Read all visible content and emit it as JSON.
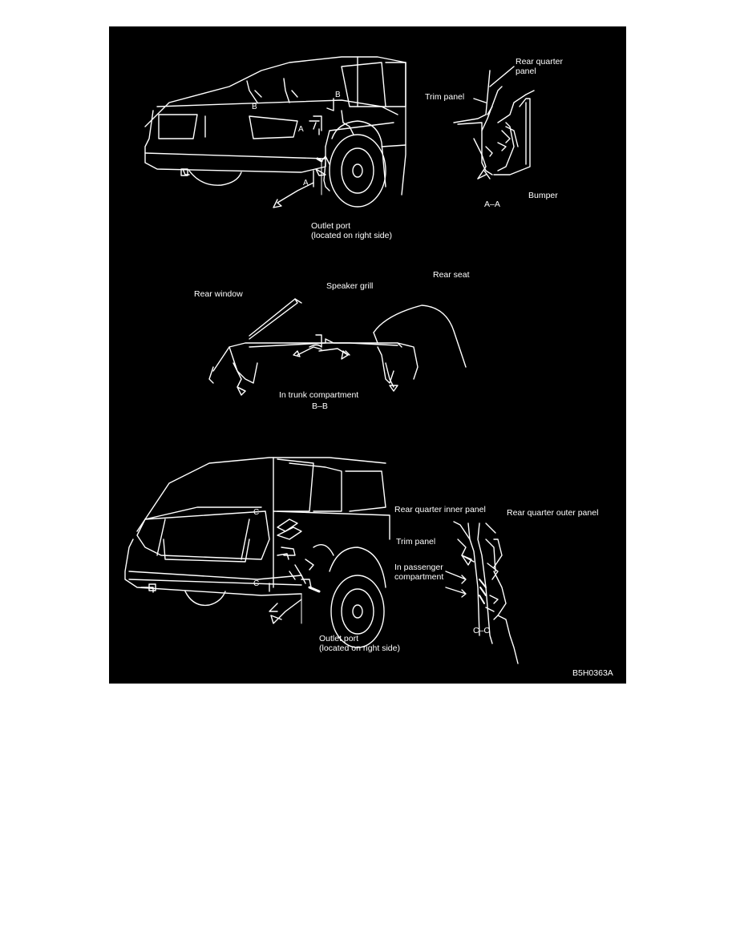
{
  "figure": {
    "background": "#000000",
    "line_color": "#ffffff",
    "code": "B5H0363A"
  },
  "section_aa": {
    "rear_quarter_panel": "Rear quarter\npanel",
    "trim_panel": "Trim panel",
    "bumper": "Bumper",
    "section_label": "A–A",
    "outlet_port": "Outlet port\n(located on right side)",
    "marker_a": "A",
    "marker_b": "B"
  },
  "section_bb": {
    "rear_window": "Rear window",
    "speaker_grill": "Speaker grill",
    "rear_seat": "Rear seat",
    "location": "In trunk compartment",
    "section_label": "B–B"
  },
  "section_cc": {
    "rear_quarter_inner_panel": "Rear quarter inner panel",
    "rear_quarter_outer_panel": "Rear quarter outer panel",
    "trim_panel": "Trim panel",
    "location": "In passenger\ncompartment",
    "section_label": "C–C",
    "outlet_port": "Outlet port\n(located on right side)",
    "marker_c": "C"
  }
}
